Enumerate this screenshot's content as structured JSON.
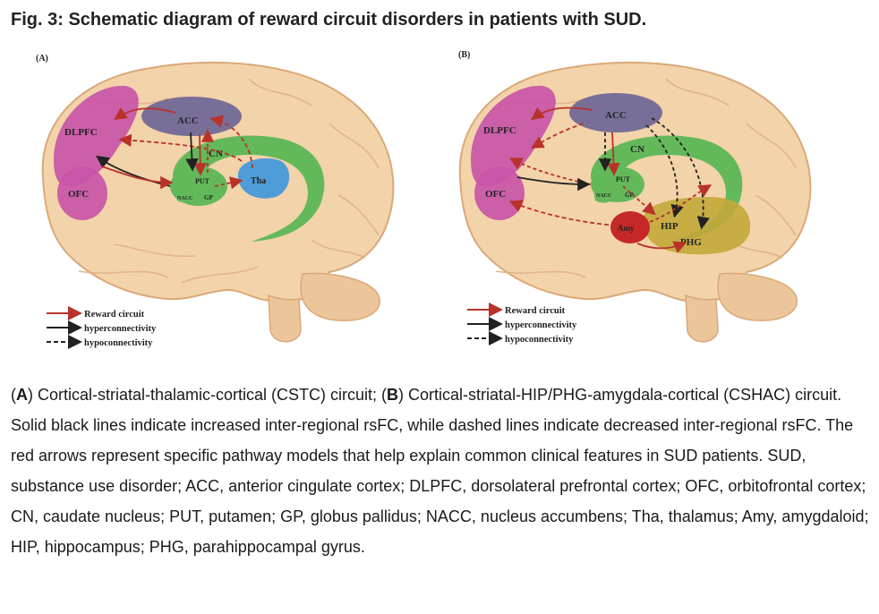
{
  "figure": {
    "title": "Fig. 3: Schematic diagram of reward circuit disorders in patients with SUD."
  },
  "colors": {
    "brain": "#f3d3aa",
    "brain_outline": "#d9a978",
    "pfc": "#c855a8",
    "acc": "#6a6496",
    "striatum": "#63b95a",
    "thalamus": "#4f9dd8",
    "amygdala": "#c62828",
    "hippocampus": "#c3a83a",
    "reward_arrow": "#b8322a",
    "black_arrow": "#222222"
  },
  "panel_a": {
    "label": "(A)",
    "regions": {
      "dlpfc": "DLPFC",
      "ofc": "OFC",
      "acc": "ACC",
      "cn": "CN",
      "put": "PUT",
      "nacc": "NACC",
      "gp": "GP",
      "tha": "Tha"
    },
    "legend": {
      "reward": "Reward circuit",
      "hyper": "hyperconnectivity",
      "hypo": "hypoconnectivity"
    }
  },
  "panel_b": {
    "label": "(B)",
    "regions": {
      "dlpfc": "DLPFC",
      "ofc": "OFC",
      "acc": "ACC",
      "cn": "CN",
      "put": "PUT",
      "nacc": "NACC",
      "gp": "GP",
      "amy": "Amy",
      "hip": "HIP",
      "phg": "PHG"
    },
    "legend": {
      "reward": "Reward circuit",
      "hyper": "hyperconnectivity",
      "hypo": "hypoconnectivity"
    }
  },
  "caption": {
    "a_label": "A",
    "a_text": ") Cortical-striatal-thalamic-cortical (CSTC) circuit; (",
    "b_label": "B",
    "b_text": ") Cortical-striatal-HIP/PHG-amygdala-cortical (CSHAC) circuit. Solid black lines indicate increased inter-regional rsFC, while dashed lines indicate decreased inter-regional rsFC. The red arrows represent specific pathway models that help explain common clinical features in SUD patients. SUD, substance use disorder; ACC, anterior cingulate cortex; DLPFC, dorsolateral prefrontal cortex; OFC, orbitofrontal cortex; CN, caudate nucleus; PUT, putamen; GP, globus pallidus; NACC, nucleus accumbens; Tha, thalamus; Amy, amygdaloid; HIP, hippocampus; PHG, parahippocampal gyrus."
  }
}
